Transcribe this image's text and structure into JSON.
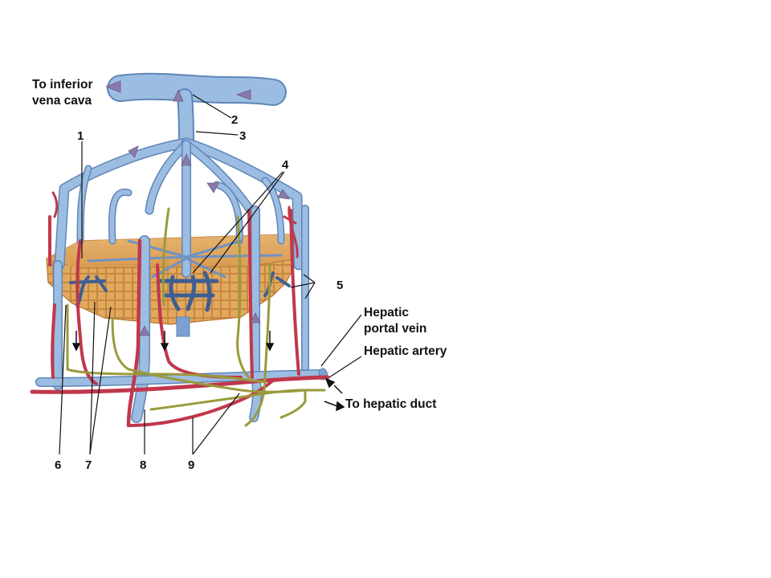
{
  "labels": {
    "inferior_vena_cava_line1": "To inferior",
    "inferior_vena_cava_line2": "vena cava",
    "hepatic_portal_vein_line1": "Hepatic",
    "hepatic_portal_vein_line2": "portal vein",
    "hepatic_artery": "Hepatic artery",
    "hepatic_duct": "To hepatic duct"
  },
  "numbers": {
    "n1": "1",
    "n2": "2",
    "n3": "3",
    "n4": "4",
    "n5": "5",
    "n6": "6",
    "n7": "7",
    "n8": "8",
    "n9": "9"
  },
  "colors": {
    "vein": "#8fb3dd",
    "vein_dark": "#5f86b8",
    "artery": "#c0384c",
    "duct": "#9a9a3c",
    "tissue": "#e0a55a",
    "tissue_dark": "#c07c35",
    "flow_arrow": "#8a7aa8"
  }
}
